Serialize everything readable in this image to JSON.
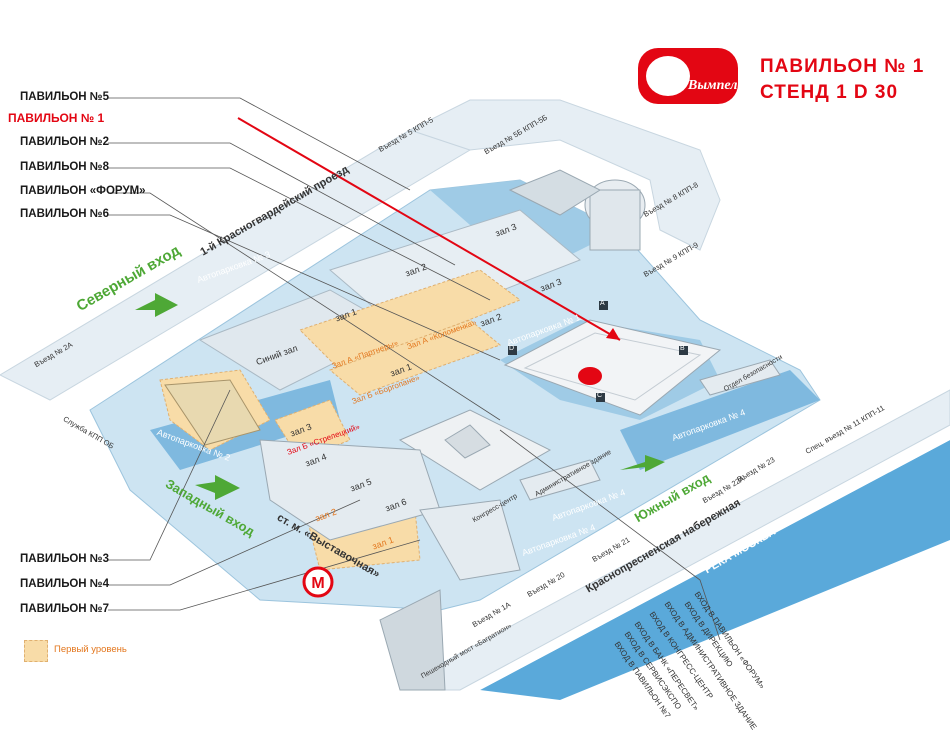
{
  "header": {
    "pavilion": "ПАВИЛЬОН № 1",
    "stand": "СТЕНД 1 D 30",
    "logo_text": "Вымпел"
  },
  "left_labels": [
    "ПАВИЛЬОН №5",
    "ПАВИЛЬОН № 1",
    "ПАВИЛЬОН №2",
    "ПАВИЛЬОН №8",
    "ПАВИЛЬОН «ФОРУМ»",
    "ПАВИЛЬОН №6"
  ],
  "bottom_left_labels": [
    "ПАВИЛЬОН №3",
    "ПАВИЛЬОН №4",
    "ПАВИЛЬОН №7"
  ],
  "legend": {
    "label": "Первый уровень"
  },
  "map": {
    "streets": {
      "north": "1-й Красногвардейский проезд",
      "south": "Краснопресненская набережная",
      "river": "РЕКА МОСКВА",
      "metro": "ст. м. «Выставочная»",
      "bridge": "Пешеходный мост «Багратион»"
    },
    "entrances": {
      "north": "Северный вход",
      "west": "Западный вход",
      "south": "Южный вход"
    },
    "parking": [
      "Автопарковка № 3",
      "Автопарковка № 1",
      "Автопарковка № 2",
      "Автопарковка № 4",
      "Автопарковка № 4",
      "Автопарковка № 4"
    ],
    "halls": [
      "зал 3",
      "зал 2",
      "зал 1",
      "зал 3",
      "зал 2",
      "зал 1",
      "зал 3",
      "зал 4",
      "зал 5",
      "зал 6",
      "зал 2",
      "зал 1",
      "Синий зал"
    ],
    "hall_names": [
      "Зал А «Партнеры»",
      "Зал А «Коломенка»",
      "Зал Б «Боргопане»",
      "Зал Б «Стрелецкий»"
    ],
    "entry_points": [
      "Въезд № 5 КПП-5",
      "Въезд № 5Б КПП-5Б",
      "Въезд № 8 КПП-8",
      "Въезд № 9 КПП-9",
      "Въезд № 2А",
      "Служба КПП ОБ",
      "Спец. въезд № 11 КПП-11",
      "Въезд № 23",
      "Въезд № 22А",
      "Въезд № 21",
      "Въезд № 20",
      "Въезд № 1А"
    ],
    "buildings": [
      "Отдел безопасности",
      "Административное здание",
      "Конгресс-центр"
    ],
    "corners": [
      "A",
      "B",
      "C",
      "D"
    ]
  },
  "callouts": [
    "ВХОД В ПАВИЛЬОН «ФОРУМ»",
    "ВХОД В ДИРЕКЦИЮ",
    "ВХОД В АДМИНИСТРАТИВНОЕ ЗДАНИЕ",
    "ВХОД В КОНГРЕСС-ЦЕНТР",
    "ВХОД В БАНК «ПЕРЕСВЕТ»",
    "ВХОД В СЕРВИСЭКСПО",
    "ВХОД В ПАВИЛЬОН №7"
  ],
  "colors": {
    "accent": "#e30613",
    "water": "#5aa9da",
    "ground": "#cde4f2",
    "green": "#4ea836",
    "pale": "#f8dca8"
  }
}
